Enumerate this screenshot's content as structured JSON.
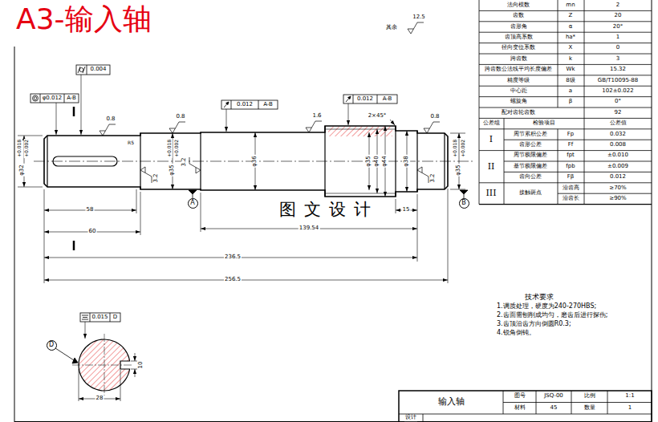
{
  "diagram": {
    "title": "A3-输入轴",
    "nodes": [
      {
        "text": [
          "A"
        ]
      },
      {
        "text": [
          "B"
        ]
      },
      {
        "text": [
          "D"
        ]
      }
    ],
    "labels": [
      "其余",
      "12.5",
      "法向模数",
      "mn",
      "2",
      "齿数",
      "Z",
      "20",
      "齿形角",
      "α",
      "20°",
      "齿顶高系数",
      "ha*",
      "1",
      "径向变位系数",
      "X",
      "0",
      "跨齿数",
      "k",
      "3",
      "跨齿数公法线平均长度偏差",
      "Wk",
      "15.32",
      "精度等级",
      "8级",
      "GB/T10095-88",
      "中心距",
      "a",
      "102±0.022",
      "螺旋角",
      "β",
      "0°",
      "配对齿轮齿数",
      "92",
      "公差组",
      "检验项目",
      "公差值",
      "I",
      "周节累积公差",
      "Fp",
      "0.032",
      "齿形公差",
      "Ff",
      "0.008",
      "II",
      "周节极限偏差",
      "fpt",
      "±0.010",
      "基节极限偏差",
      "fpb",
      "±0.009",
      "齿向公差",
      "Fβ",
      "0.012",
      "III",
      "接触斑点",
      "沿齿高",
      "≥70%",
      "沿齿长",
      "≥90%",
      "φ32",
      "+0.018",
      "+0.002",
      "φ35",
      "+0.018",
      "+0.002",
      "φ36",
      "φ35",
      "φ40",
      "φ44",
      "φ38",
      "φ35",
      "+0.018",
      "+0.002",
      "2×45°",
      "R5",
      "0.8",
      "0.8",
      "1.6",
      "0.8",
      "3.2",
      "3.2",
      "3.2",
      "58",
      "60",
      "139.54",
      "15",
      "236.5",
      "256.5",
      "0.004",
      "φ0.012",
      "A-B",
      "0.012",
      "A-B",
      "0.012",
      "A-B",
      "0.015",
      "D",
      "10",
      "28",
      "技术要求",
      "1.调质处理，硬度为240-270HBS;",
      "2.齿面需刨削成均匀，磨齿后进行探伤;",
      "3.齿顶沿齿方向倒圆R0.3;",
      "4.锐角倒钝。",
      "输入轴",
      "图号",
      "JSQ-00",
      "比例",
      "1:1",
      "材料",
      "45",
      "数量",
      "1",
      "设计",
      "图文设计"
    ]
  }
}
